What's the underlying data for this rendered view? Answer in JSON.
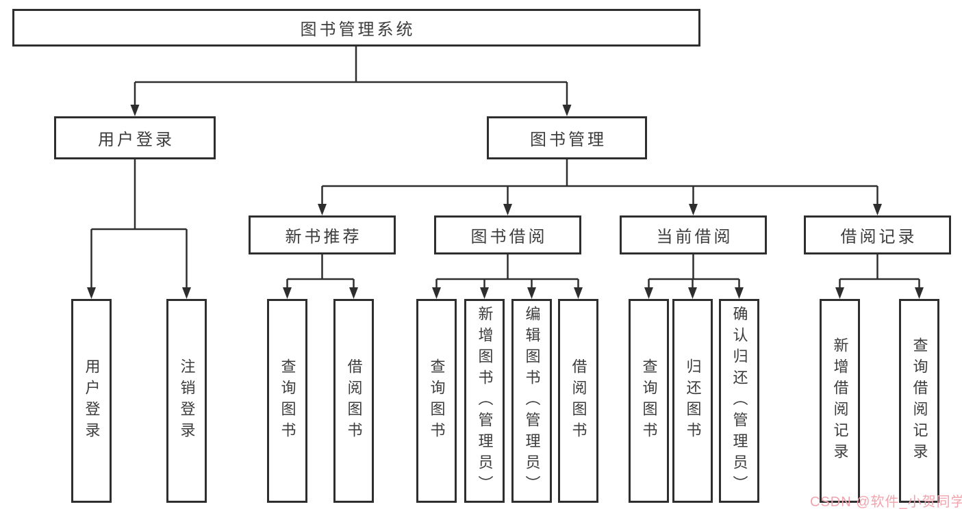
{
  "diagram_type": "hierarchy-tree",
  "tree": {
    "label": "图书管理系统",
    "children": [
      {
        "label": "用户登录",
        "children": [
          {
            "label": "用户登录"
          },
          {
            "label": "注销登录"
          }
        ]
      },
      {
        "label": "图书管理",
        "children": [
          {
            "label": "新书推荐",
            "children": [
              {
                "label": "查询图书"
              },
              {
                "label": "借阅图书"
              }
            ]
          },
          {
            "label": "图书借阅",
            "children": [
              {
                "label": "查询图书"
              },
              {
                "label": "新增图书（管理员）"
              },
              {
                "label": "编辑图书（管理员）"
              },
              {
                "label": "借阅图书"
              }
            ]
          },
          {
            "label": "当前借阅",
            "children": [
              {
                "label": "查询图书"
              },
              {
                "label": "归还图书"
              },
              {
                "label": "确认归还（管理员）"
              }
            ]
          },
          {
            "label": "借阅记录",
            "children": [
              {
                "label": "新增借阅记录"
              },
              {
                "label": "查询借阅记录"
              }
            ]
          }
        ]
      }
    ]
  },
  "watermark": {
    "text": "CSDN @软件_小贺同学",
    "color": "#f2a4ae"
  },
  "colors": {
    "background": "#ffffff",
    "line": "#2e2e2e",
    "box_border": "#2e2e2e",
    "text": "#3c3c3c"
  }
}
